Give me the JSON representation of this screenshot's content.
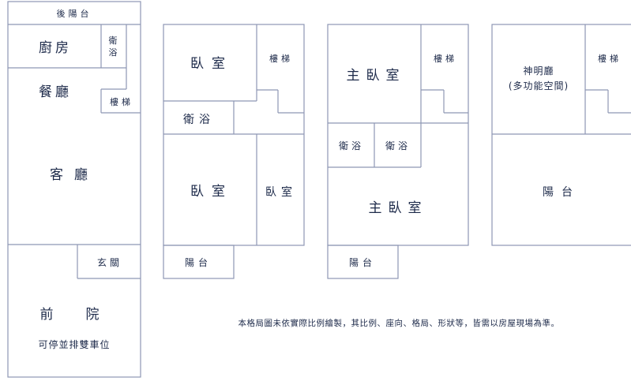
{
  "plan1": {
    "back_balcony": "後陽台",
    "kitchen": "廚房",
    "bath_line1": "衛",
    "bath_line2": "浴",
    "dining": "餐廳",
    "stairs": "樓梯",
    "living": "客廳",
    "entry": "玄關",
    "front_yard": "前　院",
    "parking": "可停並排雙車位"
  },
  "plan2": {
    "bedroom_top": "臥室",
    "stairs": "樓梯",
    "bath": "衛浴",
    "bedroom_left": "臥室",
    "bedroom_right": "臥室",
    "balcony": "陽台"
  },
  "plan3": {
    "master_top": "主臥室",
    "stairs": "樓梯",
    "bath_left": "衛浴",
    "bath_right": "衛浴",
    "master_bottom": "主臥室",
    "balcony": "陽台"
  },
  "plan4": {
    "shrine_line1": "神明廳",
    "shrine_line2": "(多功能空間)",
    "stairs": "樓梯",
    "balcony": "陽台"
  },
  "disclaimer": "本格局圖未依實際比例繪製，其比例、座向、格局、形狀等，皆需以房屋現場為準。"
}
